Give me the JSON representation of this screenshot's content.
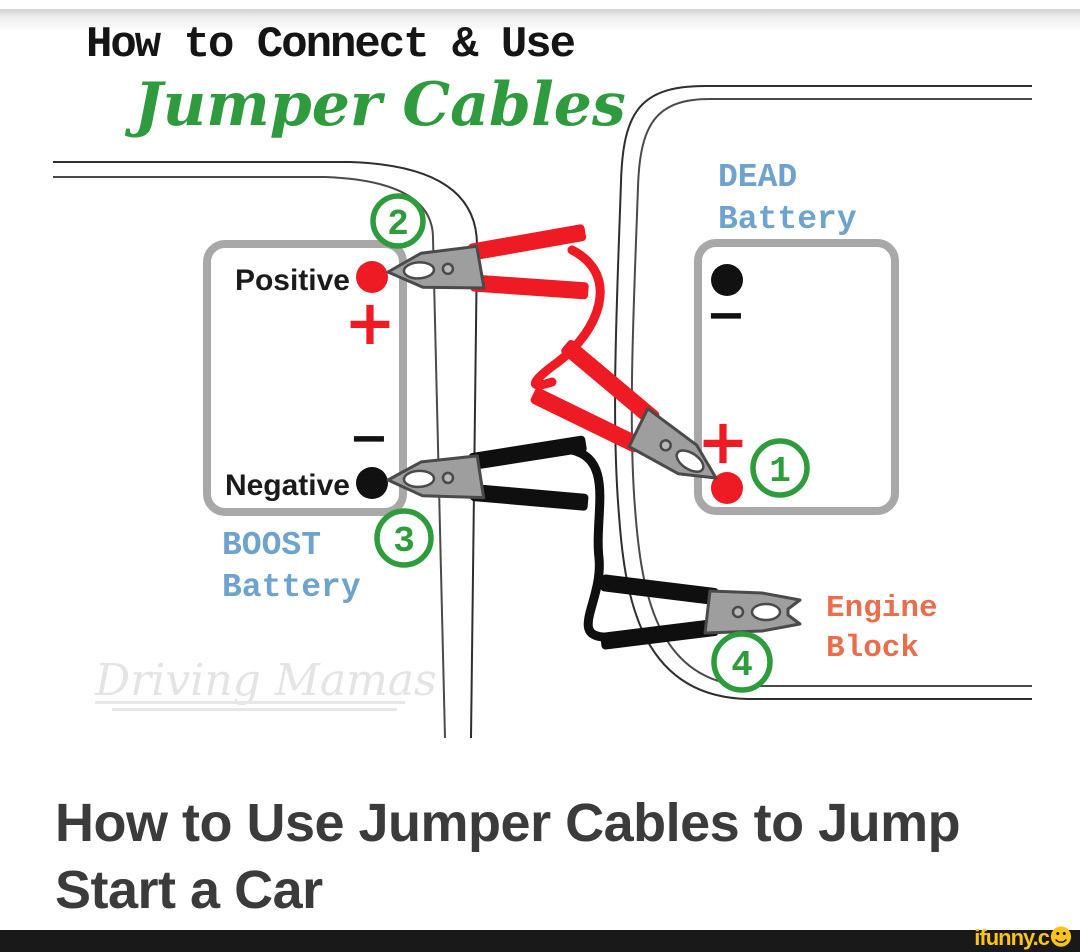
{
  "header": {
    "title": "How to Connect & Use",
    "subtitle": "Jumper Cables"
  },
  "diagram": {
    "boost_battery": {
      "name_line1": "BOOST",
      "name_line2": "Battery",
      "positive_label": "Positive",
      "negative_label": "Negative",
      "plus_sign": "+",
      "minus_sign": "−"
    },
    "dead_battery": {
      "name_line1": "DEAD",
      "name_line2": "Battery",
      "plus_sign": "+",
      "minus_sign": "−"
    },
    "engine_block": {
      "name_line1": "Engine",
      "name_line2": "Block"
    },
    "steps": [
      "1",
      "2",
      "3",
      "4"
    ],
    "watermark": "Driving Mamas"
  },
  "caption": "How to Use Jumper Cables to Jump Start a Car",
  "footer": {
    "brand": "ifunny.c",
    "smiley_icon": "☻"
  },
  "colors": {
    "accent_green": "#2e9b3c",
    "battery_label_blue": "#6fa3cd",
    "engine_label_orange": "#e86e4c",
    "cable_red": "#ee1b24",
    "cable_black": "#0f0f0f",
    "caption_gray": "#3b3b3b",
    "footer_bar_black": "#191919",
    "brand_yellow": "#fcc415"
  }
}
